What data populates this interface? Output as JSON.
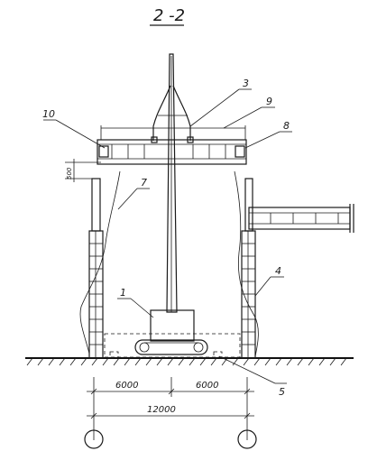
{
  "drawing": {
    "section_title": "2 -2",
    "callouts": {
      "c1": "1",
      "c3": "3",
      "c4": "4",
      "c5": "5",
      "c7": "7",
      "c8": "8",
      "c9": "9",
      "c10": "10"
    },
    "dimensions": {
      "left_span": "6000",
      "right_span": "6000",
      "total_span": "12000",
      "beam_height": "500"
    }
  }
}
